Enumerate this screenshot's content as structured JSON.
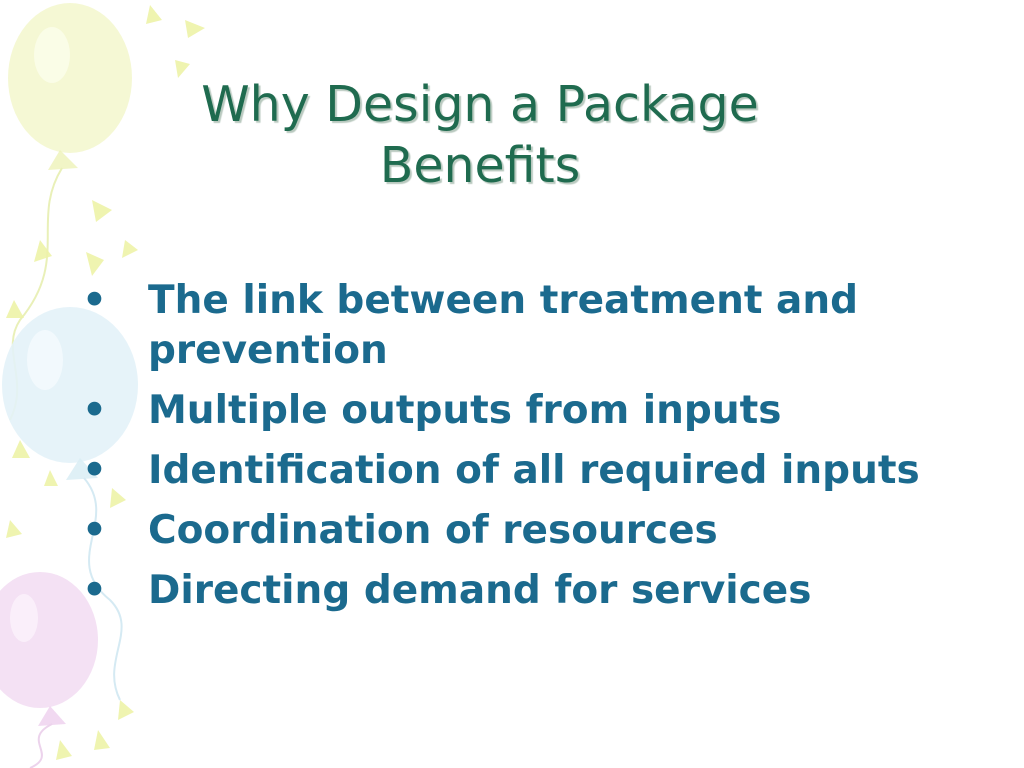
{
  "slide": {
    "title_line1": "Why Design a Package",
    "title_line2": "Benefits",
    "bullet_marker": "•",
    "bullets": [
      "The link between treatment and prevention",
      "Multiple outputs from inputs",
      "Identification of all required inputs",
      "Coordination of resources",
      "Directing demand for services"
    ]
  },
  "colors": {
    "title": "#1f6b4f",
    "bullet_text": "#1b6a8e",
    "balloon_yellow": "#f1f6c4",
    "balloon_blue": "#dff0f6",
    "balloon_purple": "#f2dcf2",
    "confetti": "#eef3a8"
  },
  "icons": [
    "balloon-yellow-icon",
    "balloon-blue-icon",
    "balloon-purple-icon",
    "confetti-icon"
  ]
}
